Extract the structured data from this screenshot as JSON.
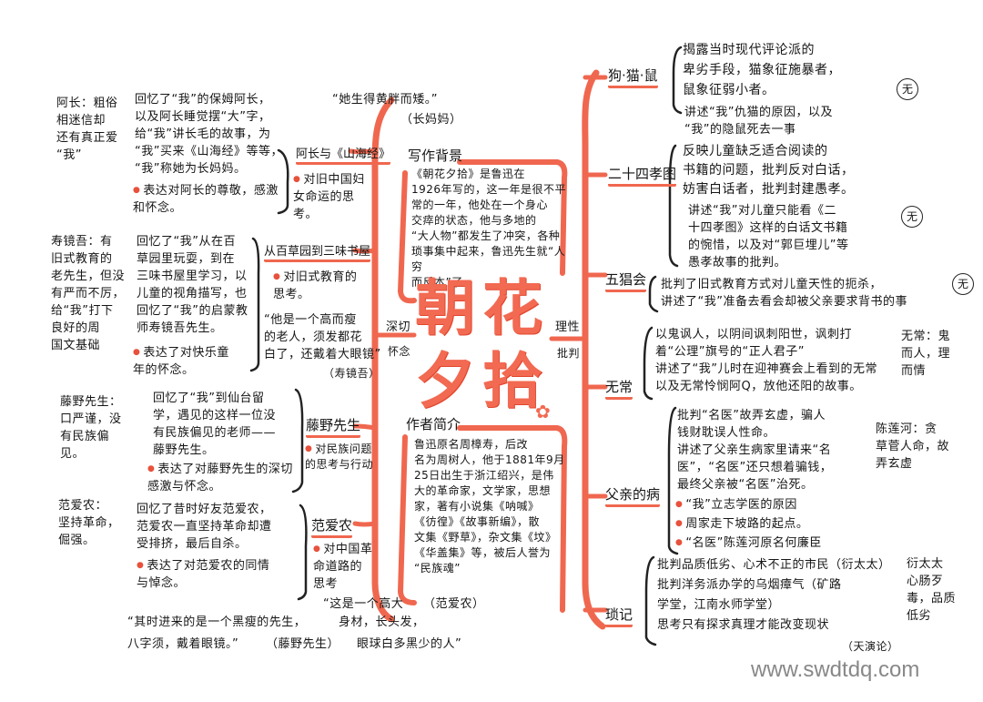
{
  "colors": {
    "accent": "#f26a52",
    "ink": "#161616",
    "watermark": "#888888"
  },
  "center": {
    "title_line1": "朝花",
    "title_line2": "夕拾",
    "left_tag1": "深切",
    "left_tag2": "怀念",
    "right_tag1": "理性",
    "right_tag2": "批判"
  },
  "background": {
    "label": "写作背景",
    "text": "《朝花夕拾》是鲁迅在\n1926年写的，这一年是很不平\n常的一年，他处在一个身心\n交瘁的状态，他与多地的\n“大人物”都发生了冲突，各种\n琐事集中起来，鲁迅先生就“人穷\n而反本”了。"
  },
  "author": {
    "label": "作者简介",
    "text": "鲁迅原名周樟寿，后改\n名为周树人，他于1881年9月\n25日出生于浙江绍兴，是伟\n大的革命家，文学家，思想\n家，著有小说集《呐喊》\n《彷徨》《故事新编》，散\n文集《野草》，杂文集《坟》\n《华盖集》等，被后人誉为\n“民族魂”"
  },
  "quote_top": {
    "text": "“她生得黄胖而矮。”",
    "source": "（长妈妈）"
  },
  "left": [
    {
      "label": "阿长与《山海经》",
      "theme": "对旧中国妇女命运的思考。",
      "content": "回忆了“我”的保姆阿长，\n以及阿长睡觉摆“大”字，\n给“我”讲长毛的故事，为\n“我”买来《山海经》等等，\n“我”称她为长妈妈。",
      "feeling": "表达对阿长的尊敬，感激\n和怀念。",
      "note": "阿长：粗俗\n相迷信却\n还有真正爱\n“我”"
    },
    {
      "label": "从百草园到三味书屋",
      "theme": "对旧式教育的\n思考。",
      "content": "回忆了“我”从在百\n草园里玩耍，到在\n三味书屋里学习，以\n儿童的视角描写，也\n回忆了“我”的启蒙教\n师寿镜吾先生。",
      "feeling": "表达了对快乐童\n年的怀念。",
      "note": "寿镜吾：有\n旧式教育的\n老先生，但没\n有严而不厉，\n给“我”打下\n良好的周\n国文基础",
      "quote": "“他是一个高而瘦\n的老人，须发都花\n白了，还戴着大眼镜”",
      "quote_source": "（寿镜吾）"
    },
    {
      "label": "藤野先生",
      "theme": "对民族问题\n的思考与行动",
      "content": "回忆了“我”到仙台留\n学，遇见的这样一位没\n有民族偏见的老师——\n藤野先生。",
      "feeling": "表达了对藤野先生的深切\n感激与怀念。",
      "note": "藤野先生：\n口严谨，没\n有民族偏\n见。"
    },
    {
      "label": "范爱农",
      "theme": "对中国革\n命道路的\n思考",
      "content": "回忆了昔时好友范爱农，\n范爱农一直坚持革命却遭\n受排挤，最后自杀。",
      "feeling": "表达了对范爱农的同情\n与悼念。",
      "note": "范爱农：\n坚持革命，\n倔强。"
    }
  ],
  "quote_bottom": {
    "text1": "“其时进来的是一个黑瘦的先生，",
    "text2": "八字须，戴着眼镜。”",
    "source1": "（藤野先生）",
    "text3": "身材，长头发，",
    "text4": "眼球白多黑少的人”",
    "text5": "“这是一个高大",
    "source2": "（范爱农）"
  },
  "right": [
    {
      "label": "狗·猫·鼠",
      "content": "揭露当时现代评论派的\n卑劣手段，猫象征施暴者，\n鼠象征弱小者。",
      "story": "讲述“我”仇猫的原因，以及\n“我”的隐鼠死去一事",
      "mark": "无"
    },
    {
      "label": "二十四孝图",
      "content": "反映儿童缺乏适合阅读的\n书籍的问题，批判反对白话，\n妨害白话者，批判封建愚孝。",
      "story": "讲述“我”对儿童只能看《二\n十四孝图》这样的白话文书籍\n的惋惜，以及对“郭巨埋儿”等\n愚孝故事的批判。",
      "mark": "无"
    },
    {
      "label": "五猖会",
      "content": "批判了旧式教育方式对儿童天性的扼杀，\n讲述了“我”准备去看会却被父亲要求背书的事",
      "mark": "无"
    },
    {
      "label": "无常",
      "content": "以鬼讽人，以阴间讽刺阳世，讽刺打\n着“公理”旗号的“正人君子”\n讲述了“我”儿时在迎神赛会上看到的无常\n以及无常怜悯阿Q，放他还阳的故事。",
      "note": "无常：鬼\n而人，理\n而情"
    },
    {
      "label": "父亲的病",
      "content": "批判“名医”故弄玄虚，骗人\n钱财耽误人性命。\n讲述了父亲生病家里请来“名\n医”，“名医”还只想着骗钱，\n最终父亲被“名医”治死。",
      "points": [
        "“我”立志学医的原因",
        "周家走下坡路的起点。",
        "“名医”陈莲河原名何廉臣"
      ],
      "note": "陈莲河：贪\n草菅人命，故\n弄玄虚"
    },
    {
      "label": "琐记",
      "content": "批判品质低劣、心术不正的市民（衍太太）\n批判洋务派办学的乌烟瘴气（矿路\n学堂，江南水师学堂）\n思考只有探求真理才能改变现状",
      "book": "（天演论）",
      "note": "衍太太\n心肠歹\n毒，品质\n低劣"
    }
  ],
  "watermark": "www.swdtdq.com"
}
